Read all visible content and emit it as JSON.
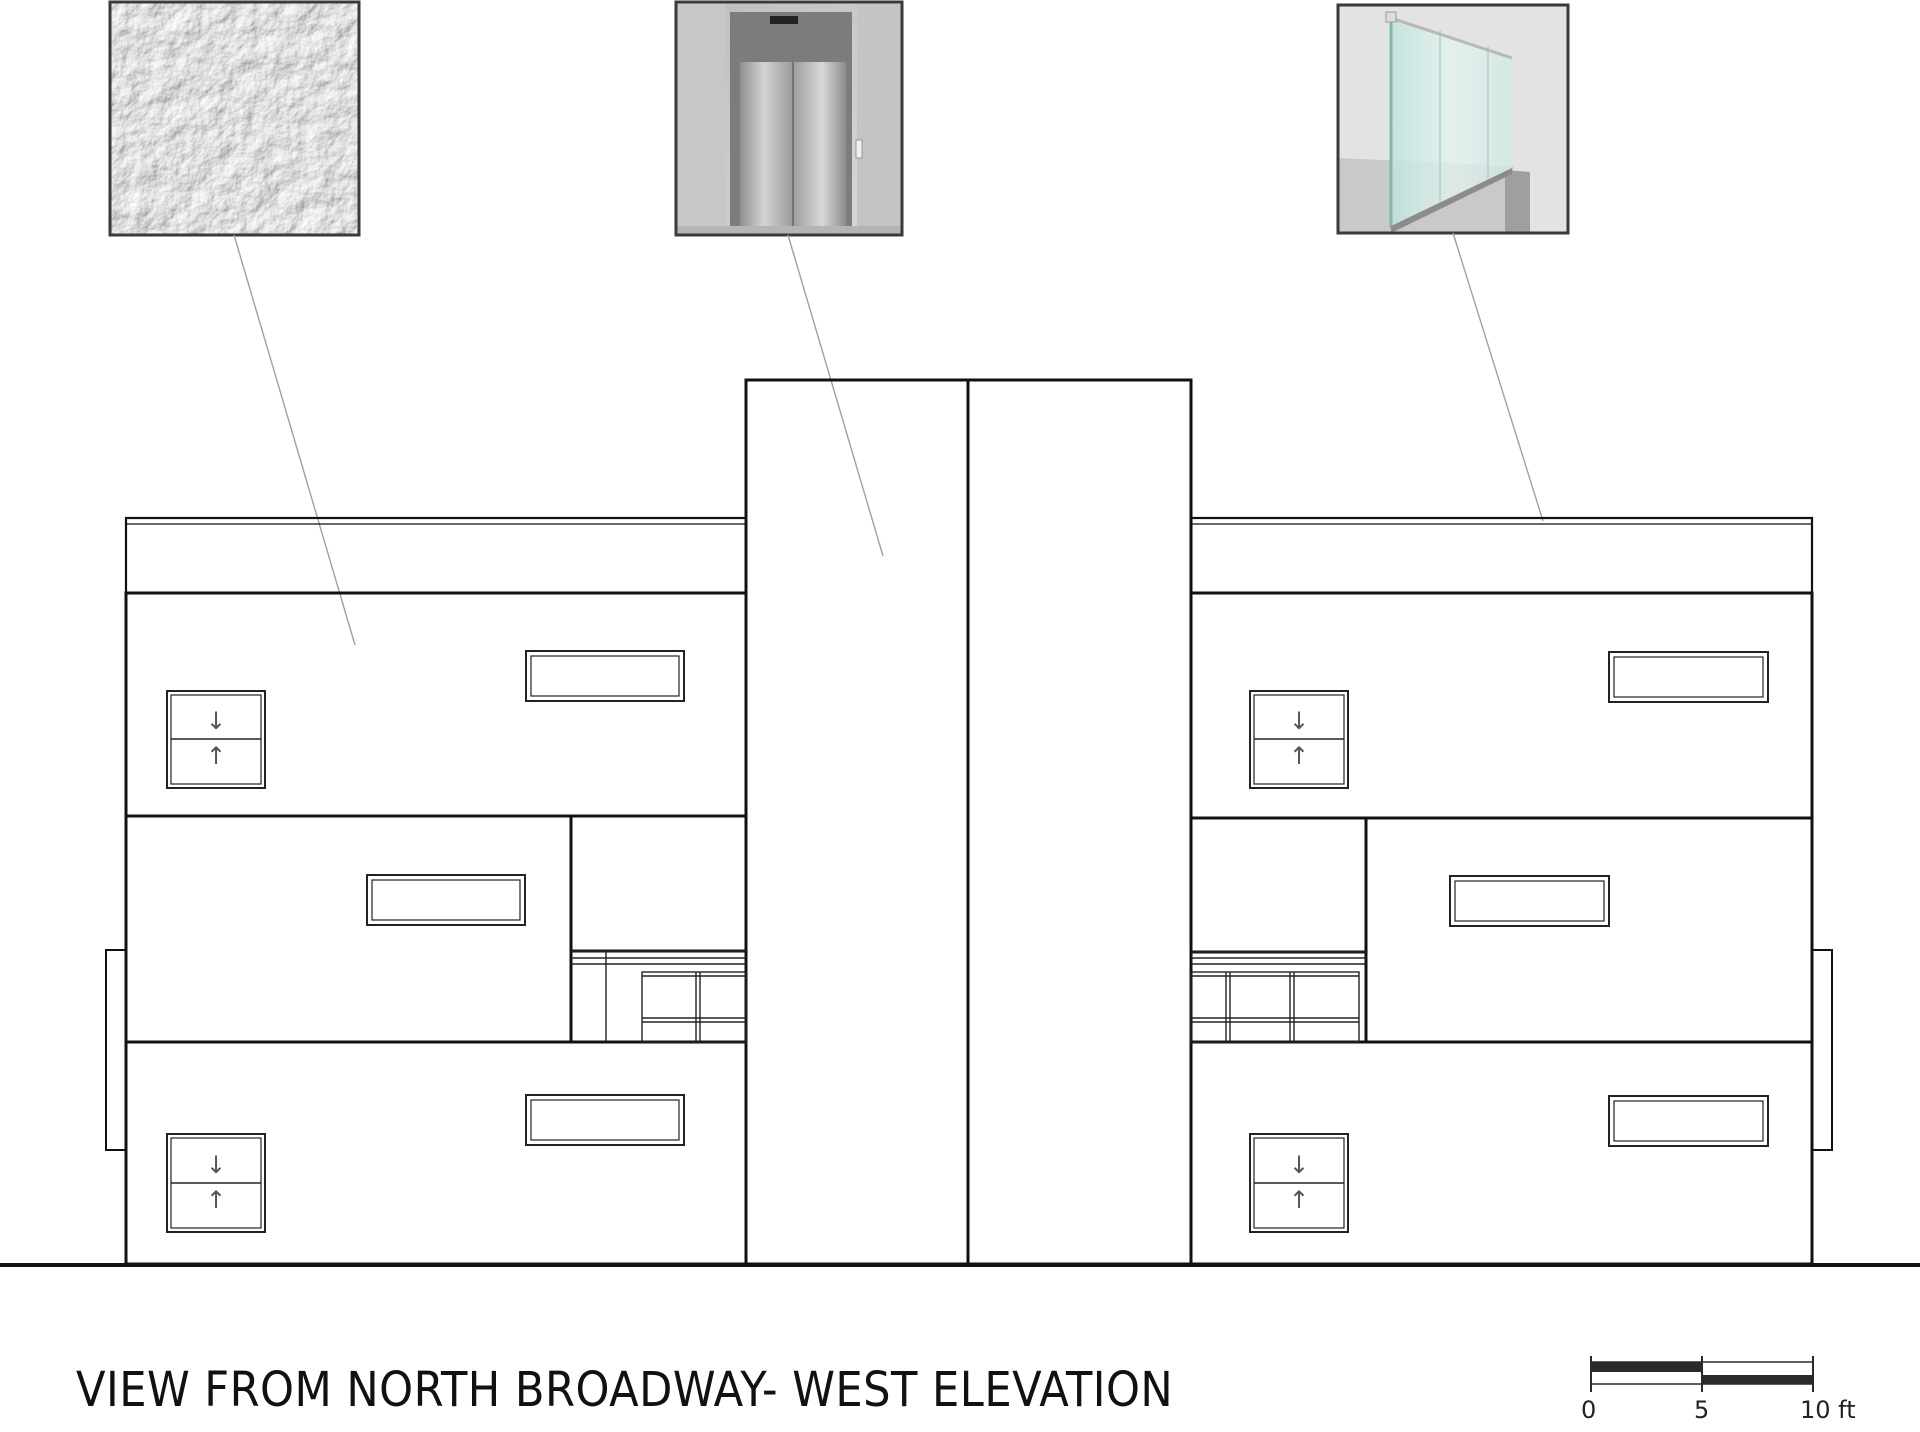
{
  "drawing": {
    "caption": "VIEW FROM NORTH BROADWAY- WEST ELEVATION",
    "materials": [
      {
        "name": "stucco-texture",
        "depicts": "textured white stucco"
      },
      {
        "name": "elevator-door",
        "depicts": "stainless steel elevator doors"
      },
      {
        "name": "glass-railing",
        "depicts": "frameless glass railing"
      }
    ],
    "window_arrows": {
      "down": "↓",
      "up": "↑"
    },
    "scale_bar": {
      "labels": [
        "0",
        "5",
        "10 ft"
      ]
    },
    "colors": {
      "line": "#111111",
      "leader": "#a0a0a0",
      "image_border": "#3a3a3a"
    }
  }
}
